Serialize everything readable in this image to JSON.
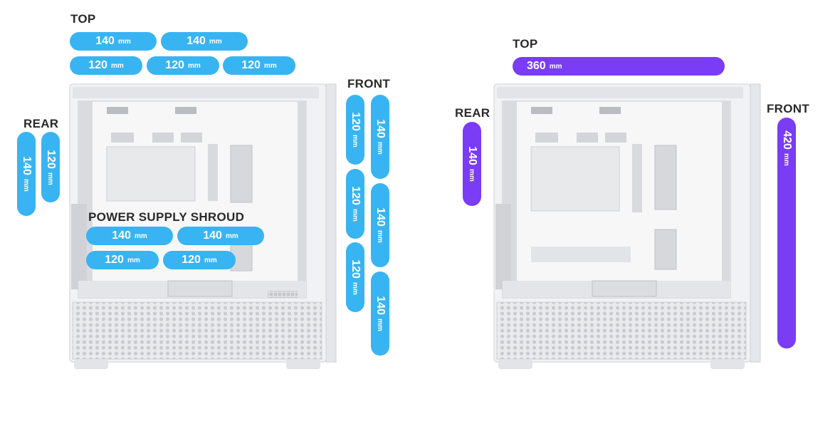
{
  "colors": {
    "air_pill": "#38b4f2",
    "liquid_pill": "#7a3cf5",
    "label": "#2a2a2a"
  },
  "unit": "mm",
  "air": {
    "top_label": "TOP",
    "top_row1": [
      "140",
      "140"
    ],
    "top_row2": [
      "120",
      "120",
      "120"
    ],
    "rear_label": "REAR",
    "rear": [
      "140",
      "120"
    ],
    "front_label": "FRONT",
    "front_col1": [
      "120",
      "120",
      "120"
    ],
    "front_col2": [
      "140",
      "140",
      "140"
    ],
    "psu_label": "POWER SUPPLY SHROUD",
    "psu_row1": [
      "140",
      "140"
    ],
    "psu_row2": [
      "120",
      "120"
    ]
  },
  "liquid": {
    "top_label": "TOP",
    "top": "360",
    "rear_label": "REAR",
    "rear": "140",
    "front_label": "FRONT",
    "front": "420"
  }
}
